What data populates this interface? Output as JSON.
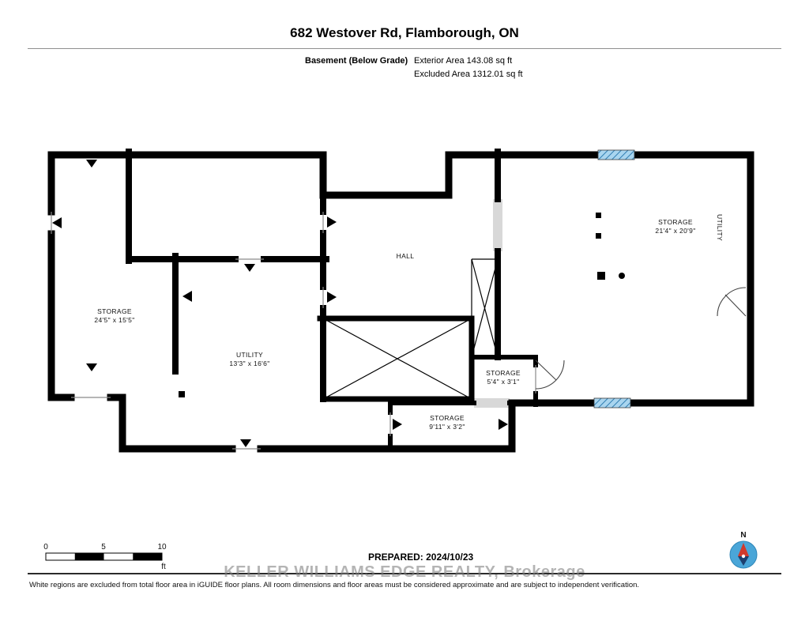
{
  "header": {
    "title": "682 Westover Rd, Flamborough, ON",
    "floor_label": "Basement (Below Grade)",
    "exterior_area": "Exterior Area 143.08 sq ft",
    "excluded_area": "Excluded Area 1312.01 sq ft"
  },
  "rooms": [
    {
      "name": "STORAGE",
      "dims": "24'5\" x 15'5\""
    },
    {
      "name": "UTILITY",
      "dims": "13'3\" x 16'6\""
    },
    {
      "name": "HALL",
      "dims": ""
    },
    {
      "name": "STORAGE",
      "dims": "21'4\" x 20'9\""
    },
    {
      "name": "UTILITY",
      "dims": ""
    },
    {
      "name": "STORAGE",
      "dims": "5'4\" x 3'1\""
    },
    {
      "name": "STORAGE",
      "dims": "9'11\" x 3'2\""
    }
  ],
  "scale_bar": {
    "start": "0",
    "mid": "5",
    "end": "10",
    "unit": "ft"
  },
  "compass": {
    "label": "N"
  },
  "footer": {
    "prepared": "PREPARED: 2024/10/23",
    "watermark": "KELLER WILLIAMS EDGE REALTY, Brokerage",
    "disclaimer": "White regions are excluded from total floor area in iGUIDE floor plans. All room dimensions and floor areas must be considered approximate and are subject to independent verification."
  },
  "colors": {
    "wall": "#000000",
    "window_fill": "#a9d5ef",
    "window_hatch": "#2e7cb0",
    "opening_gray": "#d8d8d8",
    "compass_blue": "#4aa6d8",
    "compass_red": "#d03a2c",
    "compass_navy": "#1d3f6e"
  }
}
